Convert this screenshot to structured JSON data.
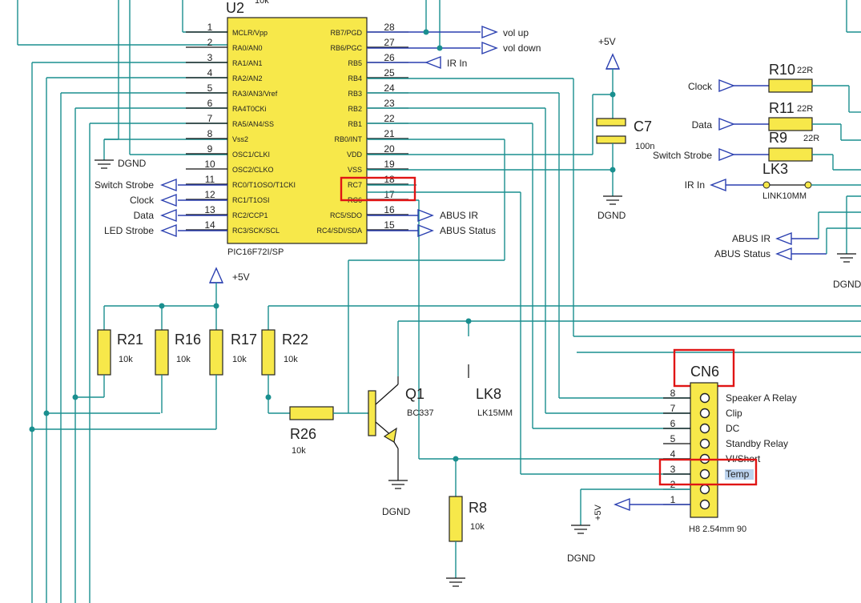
{
  "u2": {
    "ref": "U2",
    "value_fragment": "10k",
    "part": "PIC16F72I/SP",
    "left_pins": [
      {
        "num": "1",
        "name": "MCLR/Vpp"
      },
      {
        "num": "2",
        "name": "RA0/AN0"
      },
      {
        "num": "3",
        "name": "RA1/AN1"
      },
      {
        "num": "4",
        "name": "RA2/AN2"
      },
      {
        "num": "5",
        "name": "RA3/AN3/Vref"
      },
      {
        "num": "6",
        "name": "RA4T0CKi"
      },
      {
        "num": "7",
        "name": "RA5/AN4/SS"
      },
      {
        "num": "8",
        "name": "Vss2"
      },
      {
        "num": "9",
        "name": "OSC1/CLKI"
      },
      {
        "num": "10",
        "name": "OSC2/CLKO"
      },
      {
        "num": "11",
        "name": "RC0/T1OSO/T1CKI"
      },
      {
        "num": "12",
        "name": "RC1/T1OSI"
      },
      {
        "num": "13",
        "name": "RC2/CCP1"
      },
      {
        "num": "14",
        "name": "RC3/SCK/SCL"
      }
    ],
    "right_pins": [
      {
        "num": "28",
        "name": "RB7/PGD"
      },
      {
        "num": "27",
        "name": "RB6/PGC"
      },
      {
        "num": "26",
        "name": "RB5"
      },
      {
        "num": "25",
        "name": "RB4"
      },
      {
        "num": "24",
        "name": "RB3"
      },
      {
        "num": "23",
        "name": "RB2"
      },
      {
        "num": "22",
        "name": "RB1"
      },
      {
        "num": "21",
        "name": "RB0/INT"
      },
      {
        "num": "20",
        "name": "VDD"
      },
      {
        "num": "19",
        "name": "VSS"
      },
      {
        "num": "18",
        "name": "RC7"
      },
      {
        "num": "17",
        "name": "RC6"
      },
      {
        "num": "16",
        "name": "RC5/SDO"
      },
      {
        "num": "15",
        "name": "RC4/SDI/SDA"
      }
    ]
  },
  "ports": {
    "vol_up": "vol up",
    "vol_down": "vol down",
    "ir_in": "IR In",
    "switch_strobe": "Switch Strobe",
    "clock": "Clock",
    "data": "Data",
    "led_strobe": "LED Strobe",
    "abus_ir": "ABUS IR",
    "abus_status": "ABUS Status",
    "r_clock": "Clock",
    "r_data": "Data",
    "r_switch_strobe": "Switch Strobe",
    "r_ir_in": "IR In",
    "r_abus_ir": "ABUS IR",
    "r_abus_status": "ABUS Status"
  },
  "power": {
    "vcc": "+5V",
    "gnd": "DGND"
  },
  "components": {
    "c7": {
      "ref": "C7",
      "value": "100n"
    },
    "r21": {
      "ref": "R21",
      "value": "10k"
    },
    "r16": {
      "ref": "R16",
      "value": "10k"
    },
    "r17": {
      "ref": "R17",
      "value": "10k"
    },
    "r22": {
      "ref": "R22",
      "value": "10k"
    },
    "r26": {
      "ref": "R26",
      "value": "10k"
    },
    "r8": {
      "ref": "R8",
      "value": "10k"
    },
    "q1": {
      "ref": "Q1",
      "value": "BC337"
    },
    "lk8": {
      "ref": "LK8",
      "value": "LK15MM"
    },
    "lk3": {
      "ref": "LK3",
      "value": "LINK10MM"
    },
    "r10": {
      "ref": "R10",
      "value": "22R"
    },
    "r11": {
      "ref": "R11",
      "value": "22R"
    },
    "r9": {
      "ref": "R9",
      "value": "22R"
    }
  },
  "cn6": {
    "ref": "CN6",
    "part": "H8 2.54mm 90",
    "pins": [
      {
        "num": "8",
        "name": "Speaker A Relay"
      },
      {
        "num": "7",
        "name": "Clip"
      },
      {
        "num": "6",
        "name": "DC"
      },
      {
        "num": "5",
        "name": "Standby Relay"
      },
      {
        "num": "4",
        "name": "VI/Short"
      },
      {
        "num": "3",
        "name": "Temp"
      },
      {
        "num": "2",
        "name": ""
      },
      {
        "num": "1",
        "name": ""
      }
    ]
  },
  "highlight_color": "#e01515"
}
